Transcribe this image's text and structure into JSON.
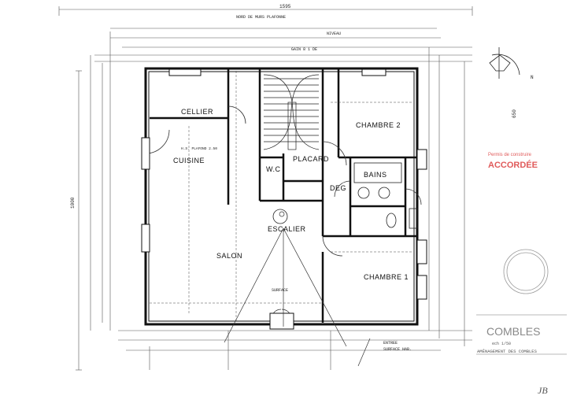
{
  "dimensions": {
    "overall_width": "1595",
    "left_height": "1000",
    "right_height": "650",
    "dim_top_note": "NORD DE MURS PLAFONNE",
    "dim_small_1": "GAIN 8 1 DE",
    "dim_small_2": "NIVEAU"
  },
  "rooms": {
    "cuisine": "CUISINE",
    "chambre2": "CHAMBRE 2",
    "chambre1": "CHAMBRE 1",
    "salon": "SALON",
    "cellier": "CELLIER",
    "bains": "BAINS",
    "degt": "DEG",
    "wc": "W.C",
    "placard": "PLACARD",
    "escalier": "ESCALIER"
  },
  "notes": {
    "entry": "ENTREE",
    "entry_sub": "SURFACE HAB.",
    "surface": "SURFACE",
    "hauteur": "H.S. PLAFOND 2.50"
  },
  "stamp": {
    "line1": "Permis de construire",
    "line2": "ACCORDÉE"
  },
  "title_block": {
    "main": "COMBLES",
    "scale": "ech 1/50",
    "sub": "AMÉNAGEMENT DES COMBLES",
    "signature": "JB"
  },
  "north_label": "N"
}
